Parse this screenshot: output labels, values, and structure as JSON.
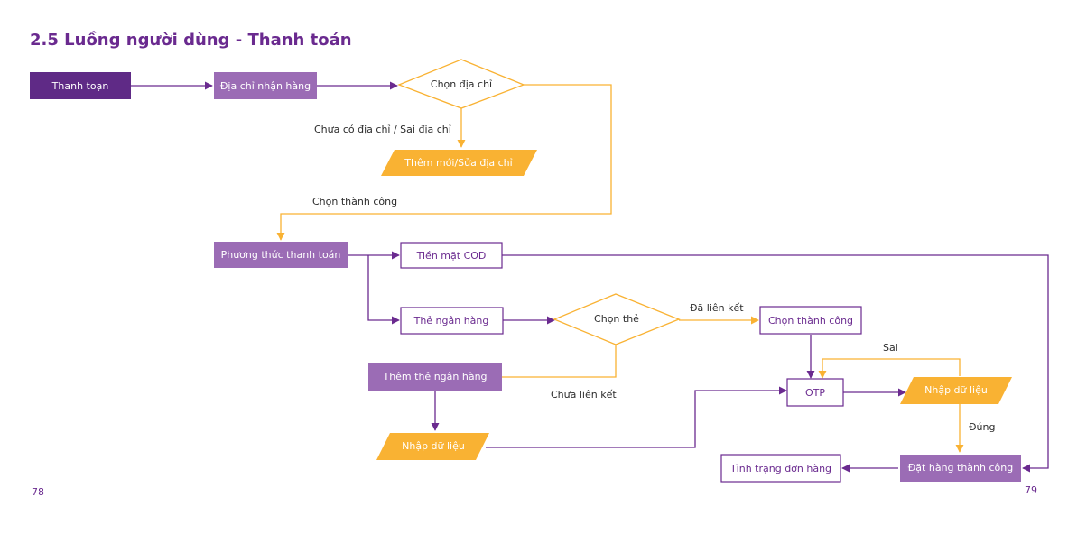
{
  "title": "2.5 Luồng người dùng - Thanh toán",
  "pages": {
    "left": "78",
    "right": "79"
  },
  "nodes": {
    "thanh_toan": "Thanh toạn",
    "dia_chi": "Địa chỉ nhận hàng",
    "chon_dia_chi": "Chọn địa chỉ",
    "them_dia_chi": "Thêm mới/Sửa địa chỉ",
    "phuong_thuc": "Phương thức thanh toán",
    "cod": "Tiền mặt COD",
    "the_ngan_hang": "Thẻ ngân hàng",
    "chon_the": "Chọn thẻ",
    "chon_thanh_cong": "Chọn thành công",
    "them_the": "Thêm thẻ ngân hàng",
    "otp": "OTP",
    "nhap_du_lieu_1": "Nhập dữ liệu",
    "nhap_du_lieu_2": "Nhập dữ liệu",
    "dat_hang": "Đặt hàng thành công",
    "tinh_trang": "Tình trạng đơn hàng"
  },
  "edge_labels": {
    "chua_co_dia_chi": "Chưa có địa chỉ / Sai địa chỉ",
    "chon_thanh_cong": "Chọn thành công",
    "da_lien_ket": "Đã liên kết",
    "chua_lien_ket": "Chưa liên kết",
    "sai": "Sai",
    "dung": "Đúng"
  },
  "colors": {
    "purple_dark": "#5f2a86",
    "purple_light": "#9b6cb5",
    "orange": "#f9b233",
    "title": "#6a2a8f"
  }
}
